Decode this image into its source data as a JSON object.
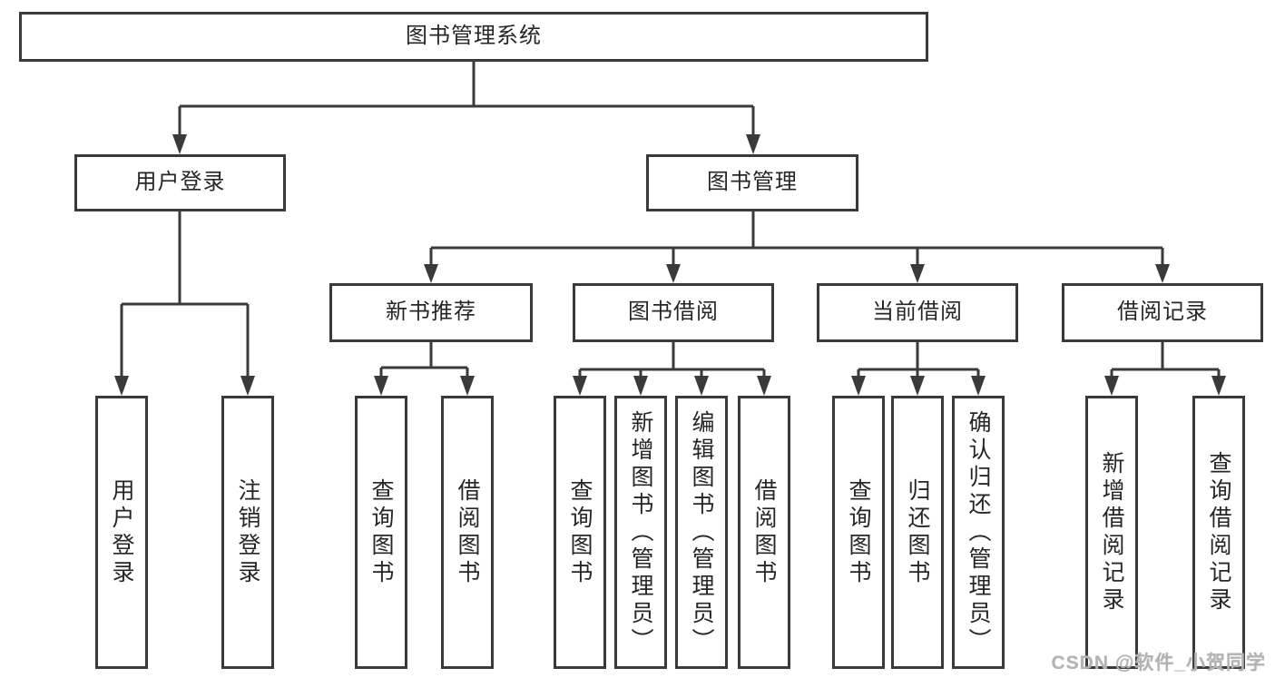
{
  "colors": {
    "line": "#3a3a3a",
    "box_border": "#3a3a3a",
    "text": "#262626",
    "watermark": "#b3b3b3",
    "background": "#ffffff"
  },
  "watermark": "CSDN @软件_小贺同学",
  "tree": {
    "label": "图书管理系统",
    "children": [
      {
        "label": "用户登录",
        "children": [
          {
            "label": "用户登录"
          },
          {
            "label": "注销登录"
          }
        ]
      },
      {
        "label": "图书管理",
        "children": [
          {
            "label": "新书推荐",
            "children": [
              {
                "label": "查询图书"
              },
              {
                "label": "借阅图书"
              }
            ]
          },
          {
            "label": "图书借阅",
            "children": [
              {
                "label": "查询图书"
              },
              {
                "label": "新增图书（管理员）"
              },
              {
                "label": "编辑图书（管理员）"
              },
              {
                "label": "借阅图书"
              }
            ]
          },
          {
            "label": "当前借阅",
            "children": [
              {
                "label": "查询图书"
              },
              {
                "label": "归还图书"
              },
              {
                "label": "确认归还（管理员）"
              }
            ]
          },
          {
            "label": "借阅记录",
            "children": [
              {
                "label": "新增借阅记录"
              },
              {
                "label": "查询借阅记录"
              }
            ]
          }
        ]
      }
    ]
  }
}
